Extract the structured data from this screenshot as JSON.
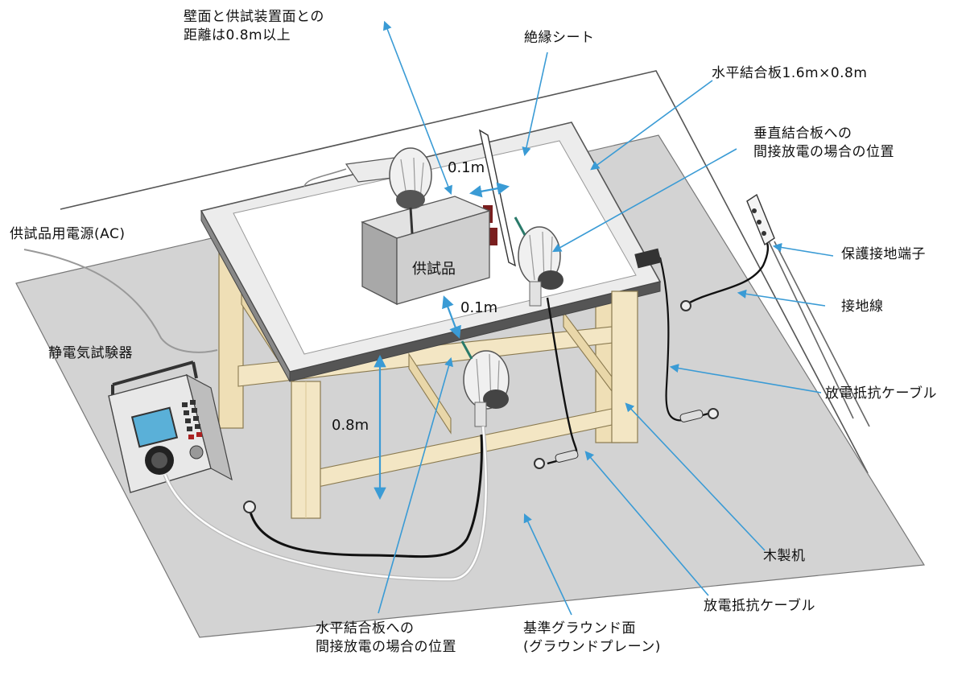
{
  "labels": {
    "wall_distance": [
      "壁面と供試装置面との",
      "距離は0.8m以上"
    ],
    "insulation_sheet": "絶縁シート",
    "hcp": "水平結合板1.6m×0.8m",
    "vcp_indirect": [
      "垂直結合板への",
      "間接放電の場合の位置"
    ],
    "power_supply": "供試品用電源(AC)",
    "protective_earth": "保護接地端子",
    "earth_wire": "接地線",
    "discharge_cable_right": "放電抵抗ケーブル",
    "esd_tester": "静電気試験器",
    "wooden_table": "木製机",
    "discharge_cable_bottom": "放電抵抗ケーブル",
    "hcp_indirect": [
      "水平結合板への",
      "間接放電の場合の位置"
    ],
    "ground_plane": [
      "基準グラウンド面",
      "(グラウンドプレーン)"
    ],
    "eut": "供試品"
  },
  "dimensions": {
    "gap_vertical_plane": "0.1m",
    "gap_table_edge": "0.1m",
    "table_height": "0.8m"
  },
  "colors": {
    "arrow": "#3a9bd5",
    "ground_plane": "#d3d3d3",
    "wood": "#f3e6c4",
    "table_edge": "#555555",
    "eut_front": "#cfcfcf",
    "eut_top": "#e2e2e2",
    "eut_side": "#a8a8a8"
  }
}
